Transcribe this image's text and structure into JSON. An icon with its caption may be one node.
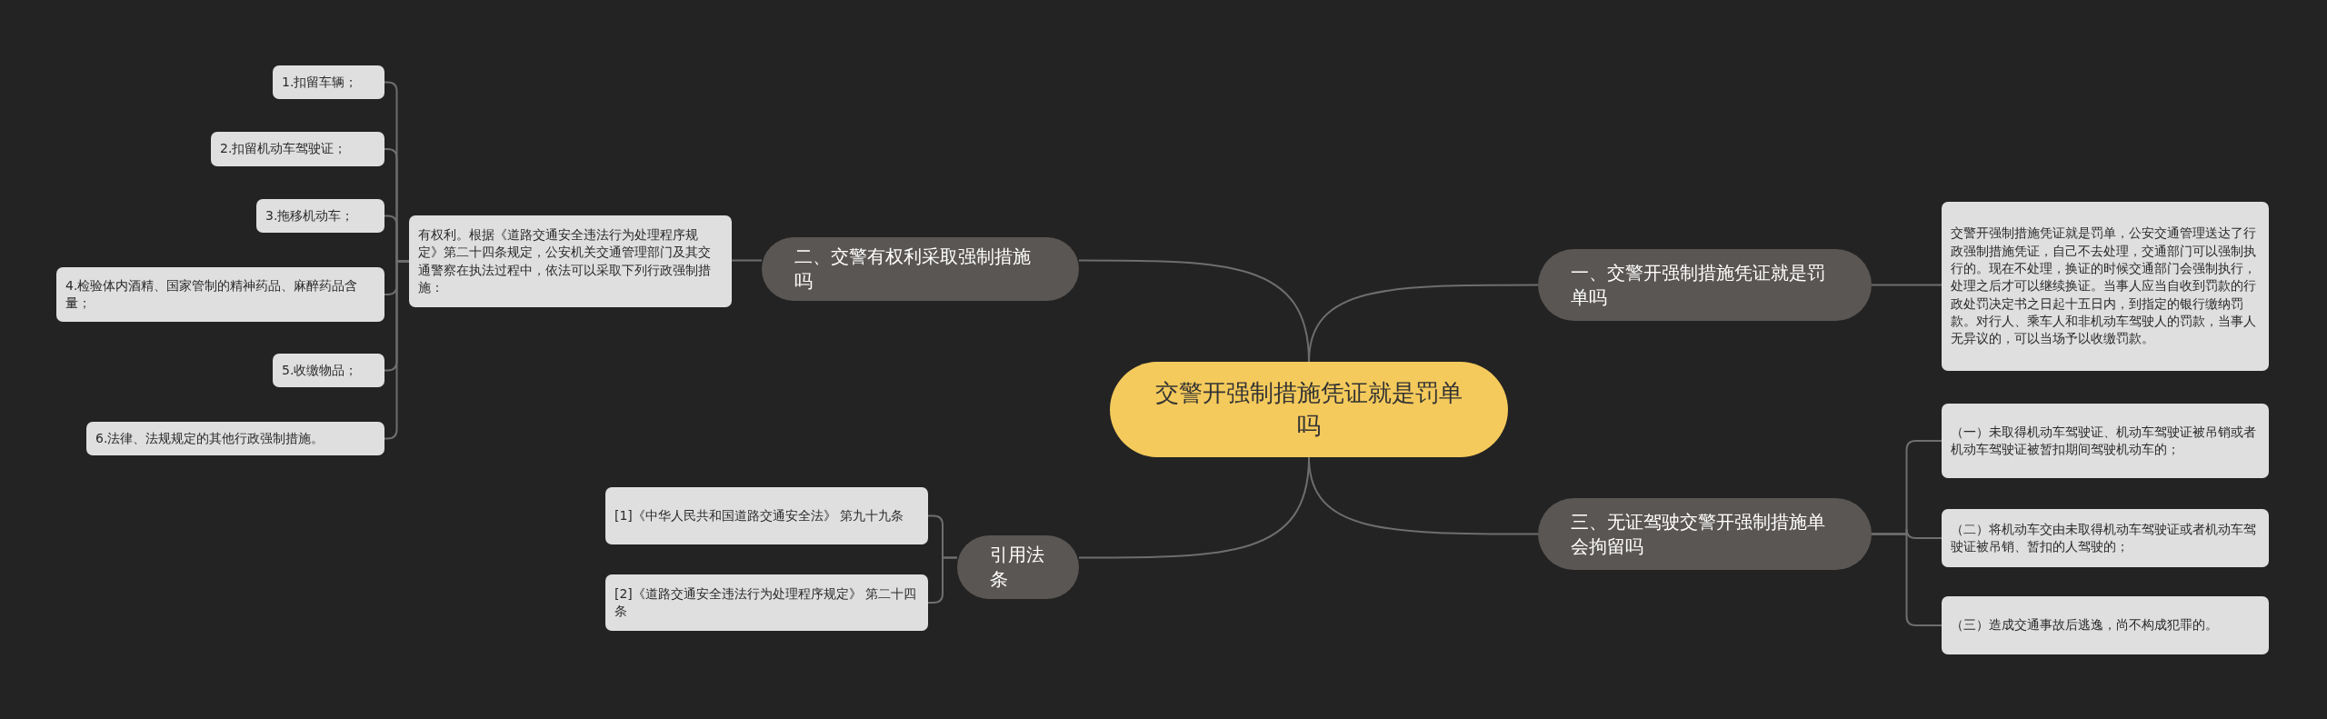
{
  "diagram": {
    "nodes": [
      {
        "text": [
          "交警开强制措施凭证就是罚单吗"
        ]
      },
      {
        "text": [
          "一、交警开强制措施凭证就是罚单吗"
        ]
      },
      {
        "text": [
          "交警开强制措施凭证就是罚单，公安交通管理送达了行政强制措施凭证，自己不去处理，交通部门可以强制执行的。现在不处理，换证的时候交通部门会强制执行，处理之后才可以继续换证。当事人应当自收到罚款的行政处罚决定书之日起十五日内，到指定的银行缴纳罚款。对行人、乘车人和非机动车驾驶人的罚款，当事人无异议的，可以当场予以收缴罚款。"
        ]
      },
      {
        "text": [
          "二、交警有权利采取强制措施吗"
        ]
      },
      {
        "text": [
          "有权利。根据《道路交通安全违法行为处理程序规定》第二十四条规定，公安机关交通管理部门及其交通警察在执法过程中，依法可以采取下列行政强制措施："
        ]
      },
      {
        "text": [
          "1.扣留车辆；"
        ]
      },
      {
        "text": [
          "2.扣留机动车驾驶证；"
        ]
      },
      {
        "text": [
          "3.拖移机动车；"
        ]
      },
      {
        "text": [
          "4.检验体内酒精、国家管制的精神药品、麻醉药品含量；"
        ]
      },
      {
        "text": [
          "5.收缴物品；"
        ]
      },
      {
        "text": [
          "6.法律、法规规定的其他行政强制措施。"
        ]
      },
      {
        "text": [
          "三、无证驾驶交警开强制措施单会拘留吗"
        ]
      },
      {
        "text": [
          "（一）未取得机动车驾驶证、机动车驾驶证被吊销或者机动车驾驶证被暂扣期间驾驶机动车的；"
        ]
      },
      {
        "text": [
          "（二）将机动车交由未取得机动车驾驶证或者机动车驾驶证被吊销、暂扣的人驾驶的；"
        ]
      },
      {
        "text": [
          "（三）造成交通事故后逃逸，尚不构成犯罪的。"
        ]
      },
      {
        "text": [
          "引用法条"
        ]
      },
      {
        "text": [
          "[1]《中华人民共和国道路交通安全法》 第九十九条"
        ]
      },
      {
        "text": [
          "[2]《道路交通安全违法行为处理程序规定》 第二十四条"
        ]
      }
    ],
    "edges": [
      {
        "from": 0,
        "to": 1,
        "arrow": "none"
      },
      {
        "from": 1,
        "to": 2,
        "arrow": "none"
      },
      {
        "from": 0,
        "to": 3,
        "arrow": "none"
      },
      {
        "from": 3,
        "to": 4,
        "arrow": "none"
      },
      {
        "from": 4,
        "to": 5,
        "arrow": "none"
      },
      {
        "from": 4,
        "to": 6,
        "arrow": "none"
      },
      {
        "from": 4,
        "to": 7,
        "arrow": "none"
      },
      {
        "from": 4,
        "to": 8,
        "arrow": "none"
      },
      {
        "from": 4,
        "to": 9,
        "arrow": "none"
      },
      {
        "from": 4,
        "to": 10,
        "arrow": "none"
      },
      {
        "from": 0,
        "to": 11,
        "arrow": "none"
      },
      {
        "from": 11,
        "to": 12,
        "arrow": "none"
      },
      {
        "from": 11,
        "to": 13,
        "arrow": "none"
      },
      {
        "from": 11,
        "to": 14,
        "arrow": "none"
      },
      {
        "from": 0,
        "to": 15,
        "arrow": "none"
      },
      {
        "from": 15,
        "to": 16,
        "arrow": "none"
      },
      {
        "from": 15,
        "to": 17,
        "arrow": "none"
      }
    ]
  }
}
